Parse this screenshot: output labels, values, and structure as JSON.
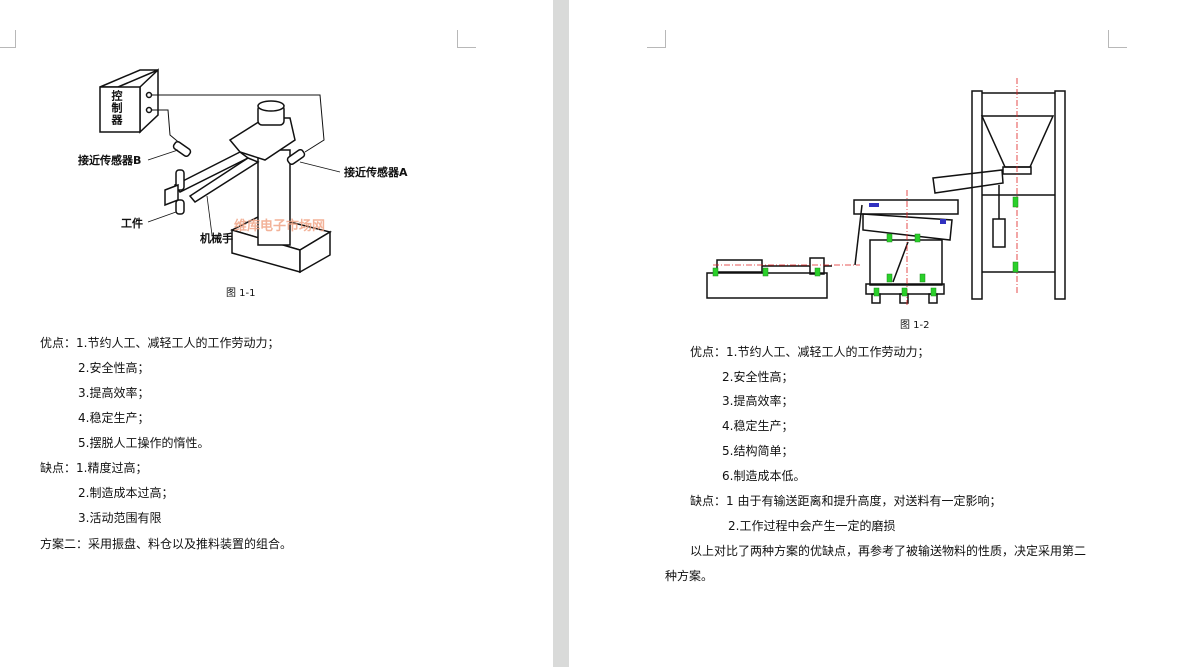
{
  "page1": {
    "figure1": {
      "caption": "图 1-1",
      "labels": {
        "controller": "控制器",
        "sensor_b": "接近传感器B",
        "sensor_a": "接近传感器A",
        "workpiece": "工件",
        "manipulator": "机械手"
      },
      "watermark": "维库电子市场网"
    },
    "lines": [
      "优点：1.节约人工、减轻工人的工作劳动力；",
      "2.安全性高；",
      "3.提高效率；",
      "4.稳定生产；",
      "5.摆脱人工操作的惰性。",
      "缺点：1.精度过高；",
      "2.制造成本过高；",
      "3.活动范围有限",
      "方案二：采用振盘、料仓以及推料装置的组合。"
    ]
  },
  "page2": {
    "figure2": {
      "caption": "图 1-2"
    },
    "lines": [
      "优点：1.节约人工、减轻工人的工作劳动力；",
      "2.安全性高；",
      "3.提高效率；",
      "4.稳定生产；",
      "5.结构简单；",
      "6.制造成本低。",
      "缺点：1 由于有输送距离和提升高度，对送料有一定影响；",
      "2.工作过程中会产生一定的磨损",
      "以上对比了两种方案的优缺点，再参考了被输送物料的性质，决定采用第二",
      "种方案。"
    ]
  }
}
